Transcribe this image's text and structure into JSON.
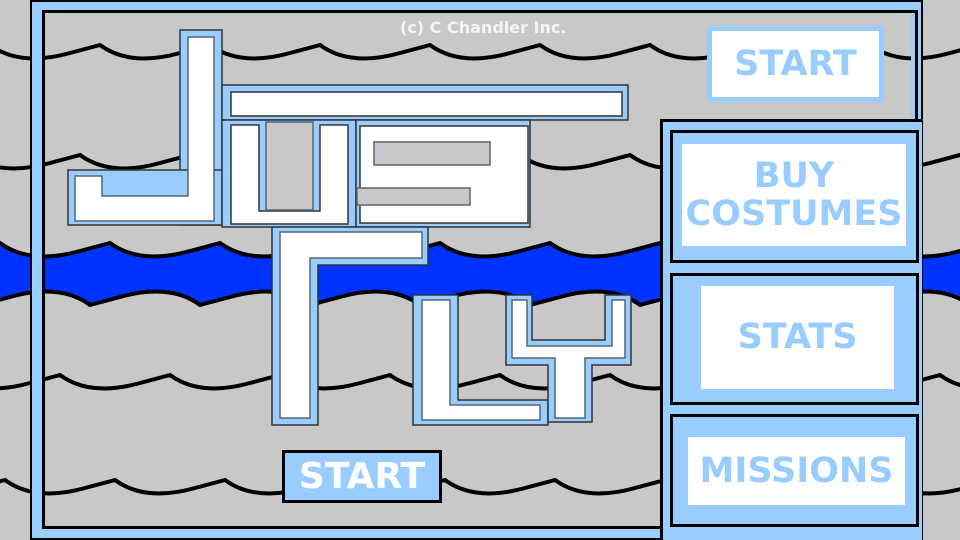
{
  "copyright": "(c) C Chandler Inc.",
  "logo_text": "JUST FLY",
  "menu": {
    "start_top": "START",
    "buy_costumes_line1": "BUY",
    "buy_costumes_line2": "COSTUMES",
    "stats": "STATS",
    "missions": "MISSIONS",
    "start_bottom": "START"
  },
  "colors": {
    "background": "#c8c8c8",
    "accent": "#99ccff",
    "water": "#0033ff",
    "outline": "#000000"
  }
}
